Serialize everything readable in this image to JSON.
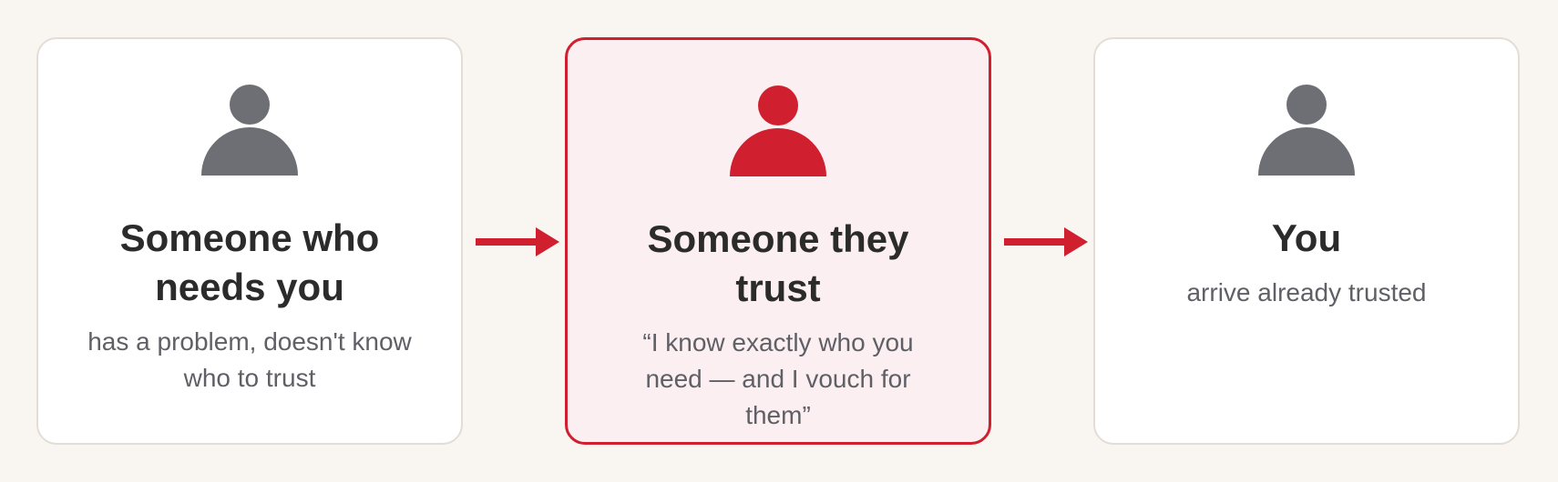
{
  "colors": {
    "background": "#f9f6f2",
    "accent": "#d01f2e",
    "neutral_icon": "#6e6e75",
    "title_text": "#2b2b2b",
    "body_text": "#5f5f66"
  },
  "steps": [
    {
      "icon": "person-icon",
      "title": "Someone who needs you",
      "description": "has a problem, doesn't know who to trust",
      "highlighted": false
    },
    {
      "icon": "person-icon",
      "title": "Someone they trust",
      "description": "“I know exactly who you need — and I vouch for them”",
      "highlighted": true
    },
    {
      "icon": "person-icon",
      "title": "You",
      "description": "arrive already trusted",
      "highlighted": false
    }
  ],
  "connectors": [
    {
      "icon": "arrow-right-icon",
      "from": "Someone who needs you",
      "to": "Someone they trust"
    },
    {
      "icon": "arrow-right-icon",
      "from": "Someone they trust",
      "to": "You"
    }
  ]
}
